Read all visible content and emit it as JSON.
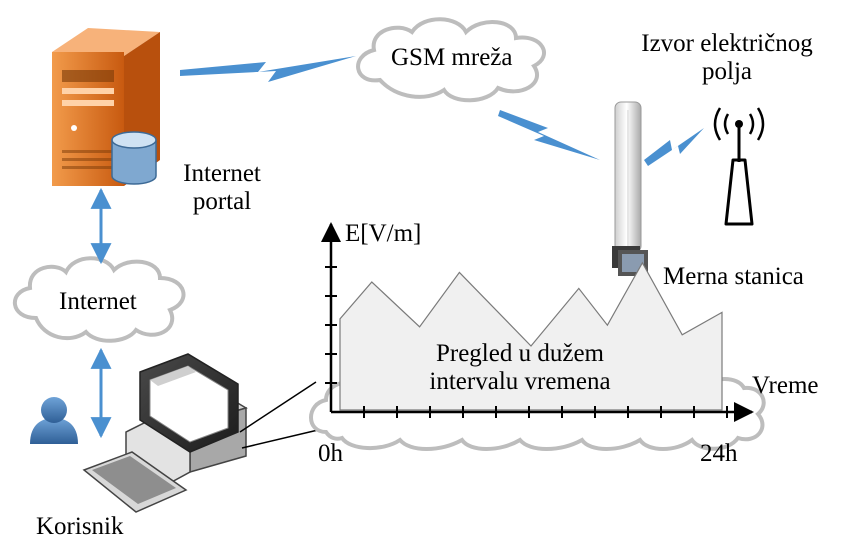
{
  "labels": {
    "server": [
      "Internet",
      "portal"
    ],
    "gsm_cloud": "GSM mreža",
    "internet_cloud": "Internet",
    "source": [
      "Izvor električnog",
      "polja"
    ],
    "station": "Merna stanica",
    "user": "Korisnik"
  },
  "chart": {
    "y_axis_label": "E[V/m]",
    "x_axis_label": "Vreme",
    "x_start_label": "0h",
    "x_end_label": "24h",
    "annotation": [
      "Pregled u dužem",
      "intervalu vremena"
    ]
  },
  "chart_data": {
    "type": "area",
    "title": "",
    "xlabel": "Vreme",
    "ylabel": "E[V/m]",
    "x": [
      0,
      2,
      5,
      7.5,
      12,
      15,
      16.8,
      19,
      21.5,
      24
    ],
    "values": [
      0.57,
      0.8,
      0.52,
      0.86,
      0.4,
      0.76,
      0.53,
      0.92,
      0.47,
      0.61
    ],
    "xlim": [
      0,
      24
    ],
    "x_ticks": [
      "0h",
      "24h"
    ],
    "grid": false
  },
  "colors": {
    "server_orange": "#e0721c",
    "cloud_stroke": "#bdbdbd",
    "link_blue": "#4a90d0",
    "area_fill": "#f0f0f0",
    "user_blue": "#3b6fa8"
  },
  "icons": [
    "server-icon",
    "database-icon",
    "cloud-icon",
    "lightning-link-icon",
    "antenna-icon",
    "measuring-station-icon",
    "computer-icon",
    "user-icon",
    "double-arrow-icon"
  ]
}
